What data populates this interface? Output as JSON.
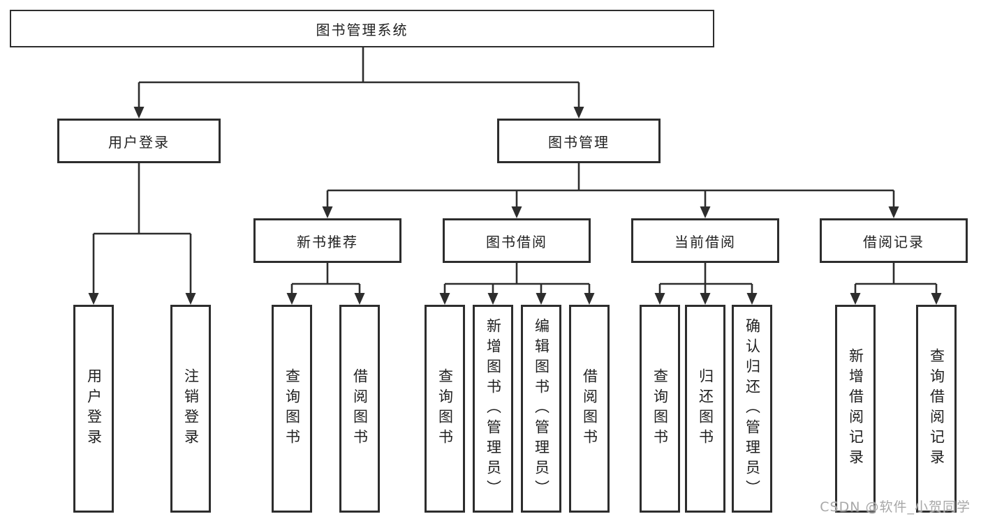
{
  "diagram": {
    "root": {
      "label": "图书管理系统"
    },
    "branches": [
      {
        "label": "用户登录",
        "children": [
          {
            "label": "用户登录"
          },
          {
            "label": "注销登录"
          }
        ]
      },
      {
        "label": "图书管理",
        "children": [
          {
            "label": "新书推荐",
            "children": [
              {
                "label": "查询图书"
              },
              {
                "label": "借阅图书"
              }
            ]
          },
          {
            "label": "图书借阅",
            "children": [
              {
                "label": "查询图书"
              },
              {
                "label": "新增图书（管理员）"
              },
              {
                "label": "编辑图书（管理员）"
              },
              {
                "label": "借阅图书"
              }
            ]
          },
          {
            "label": "当前借阅",
            "children": [
              {
                "label": "查询图书"
              },
              {
                "label": "归还图书"
              },
              {
                "label": "确认归还（管理员）"
              }
            ]
          },
          {
            "label": "借阅记录",
            "children": [
              {
                "label": "新增借阅记录"
              },
              {
                "label": "查询借阅记录"
              }
            ]
          }
        ]
      }
    ]
  },
  "watermark": {
    "text": "CSDN @软件_小贺同学"
  },
  "colors": {
    "line": "#2d2d2d",
    "box_border": "#2d2d2d",
    "box_fill": "#ffffff",
    "text": "#212121",
    "watermark": "#a8a8a8",
    "background": "#ffffff"
  }
}
